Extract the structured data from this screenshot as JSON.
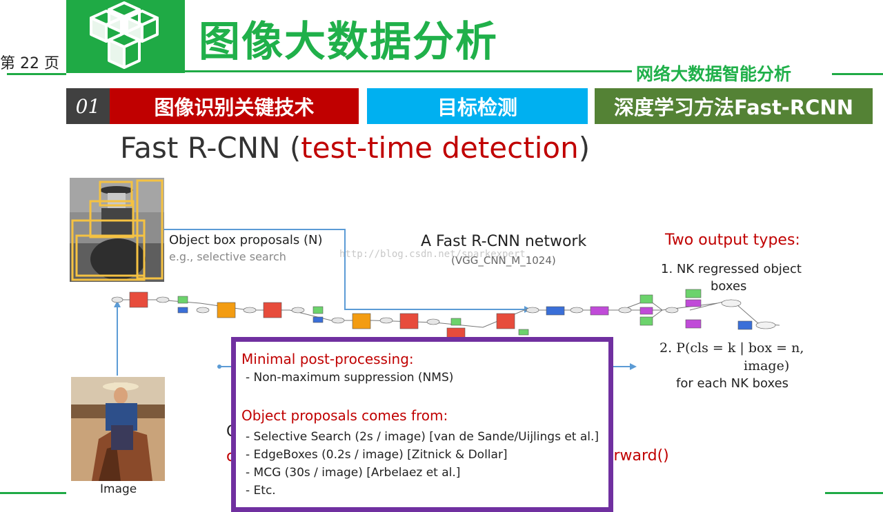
{
  "header": {
    "page_number": "第 22 页",
    "title": "图像大数据分析",
    "subtitle": "网络大数据智能分析",
    "logo_icon": "cubes-logo-icon"
  },
  "tabs": [
    {
      "label": "01"
    },
    {
      "label": "图像识别关键技术"
    },
    {
      "label": "目标检测"
    },
    {
      "label": "深度学习方法Fast-RCNN"
    }
  ],
  "slide": {
    "title_main": "Fast R-CNN (",
    "title_red": "test-time detection",
    "title_end": ")",
    "proposal_label": "Object box proposals (N)",
    "proposal_sub": "e.g., selective search",
    "network_label": "A Fast R-CNN network",
    "network_sub": "(VGG_CNN_M_1024)",
    "watermark": "http://blog.csdn.net/sparkexpert",
    "output_title": "Two output types:",
    "output_1a": "1. NK regressed object",
    "output_1b": "boxes",
    "output_2a": "2. P(cls = k | box = n,",
    "output_2b": "image)",
    "output_2c": "for each NK boxes",
    "image_label": "Image",
    "peek_1": "C",
    "peek_2": "c",
    "peek_3": "orward()"
  },
  "popup": {
    "heading_1": "Minimal post-processing:",
    "item_1": "- Non-maximum suppression (NMS)",
    "heading_2": "Object proposals comes from:",
    "items_2": [
      "- Selective Search (2s / image) [van de Sande/Uijlings et al.]",
      "- EdgeBoxes (0.2s / image) [Zitnick & Dollar]",
      "- MCG (30s / image) [Arbelaez et al.]",
      "- Etc."
    ]
  },
  "colors": {
    "brand_green": "#1faa45",
    "red_tab": "#c00000",
    "blue_tab": "#00b0f0",
    "olive_tab": "#548235",
    "popup_border": "#7030a0",
    "arrow_blue": "#5b9bd5"
  }
}
